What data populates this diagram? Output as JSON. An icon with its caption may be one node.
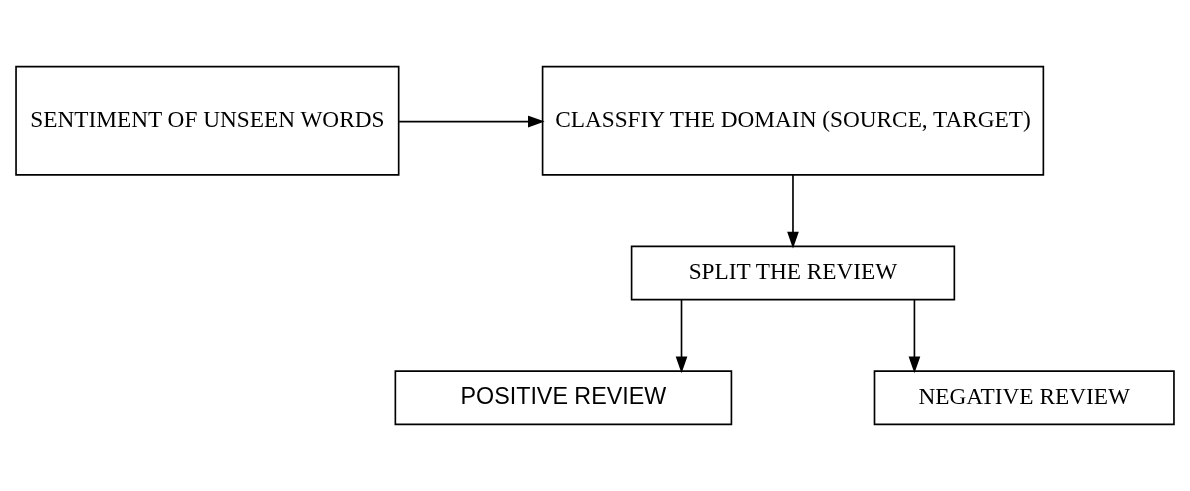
{
  "diagram": {
    "nodes": [
      {
        "text": [
          "SENTIMENT OF UNSEEN WORDS"
        ]
      },
      {
        "text": [
          "CLASSFIY THE DOMAIN (SOURCE, TARGET)"
        ]
      },
      {
        "text": [
          "SPLIT THE REVIEW"
        ]
      },
      {
        "text": [
          "POSITIVE REVIEW"
        ]
      },
      {
        "text": [
          "NEGATIVE REVIEW"
        ]
      }
    ],
    "edges": [
      {
        "from": 0,
        "to": 1,
        "arrow": "to"
      },
      {
        "from": 1,
        "to": 2,
        "arrow": "to"
      },
      {
        "from": 2,
        "to": 3,
        "arrow": "to"
      },
      {
        "from": 2,
        "to": 4,
        "arrow": "to"
      }
    ]
  }
}
